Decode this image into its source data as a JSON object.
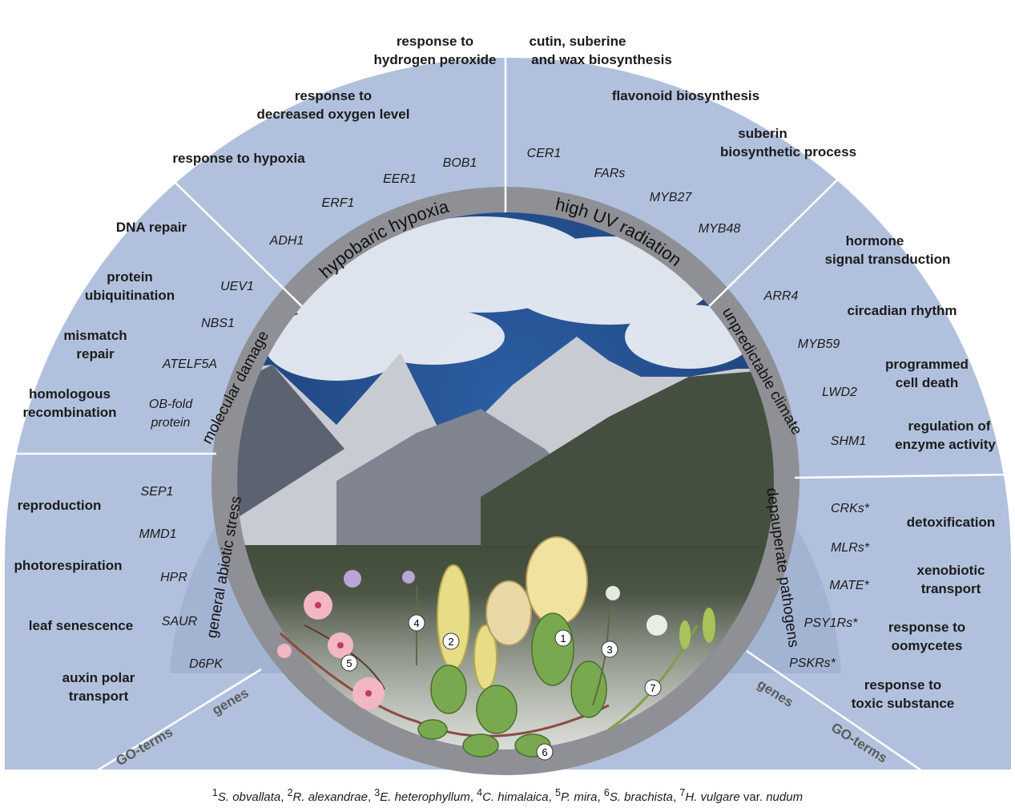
{
  "colors": {
    "outer_ring": "#b1c1dd",
    "gene_ring": "#a3b4d3",
    "stress_ring": "#8f8f96",
    "divider": "#ffffff",
    "sky_dark": "#24508f",
    "mountain": "#c8cbd1",
    "meadow": "#4e5a45"
  },
  "outer_labels": {
    "go_left": "GO-terms",
    "go_right": "GO-terms",
    "genes_left": "genes",
    "genes_right": "genes"
  },
  "sectors": {
    "hypobaric_hypoxia": {
      "stress": "hypobaric hypoxia",
      "go_terms": [
        "response to",
        "hydrogen peroxide",
        "response to",
        "decreased oxygen level",
        "response to hypoxia"
      ],
      "genes": [
        "BOB1",
        "EER1",
        "ERF1",
        "ADH1"
      ]
    },
    "high_uv": {
      "stress": "high UV radiation",
      "go_terms": [
        "cutin, suberine",
        "and wax biosynthesis",
        "flavonoid biosynthesis",
        "suberin",
        "biosynthetic process"
      ],
      "genes": [
        "CER1",
        "FARs",
        "MYB27",
        "MYB48"
      ]
    },
    "molecular_damage": {
      "stress": "molecular damage",
      "go_terms": [
        "DNA repair",
        "protein",
        "ubiquitination",
        "mismatch",
        "repair",
        "homologous",
        "recombination"
      ],
      "genes": [
        "UEV1",
        "NBS1",
        "ATELF5A",
        "OB-fold",
        "protein"
      ]
    },
    "unpredictable_climate": {
      "stress": "unpredictable climate",
      "go_terms": [
        "hormone",
        "signal transduction",
        "circadian rhythm",
        "programmed",
        "cell death",
        "regulation of",
        "enzyme activity"
      ],
      "genes": [
        "ARR4",
        "MYB59",
        "LWD2",
        "SHM1"
      ]
    },
    "general_abiotic": {
      "stress": "general abiotic stress",
      "go_terms": [
        "reproduction",
        "photorespiration",
        "leaf senescence",
        "auxin polar",
        "transport"
      ],
      "genes": [
        "SEP1",
        "MMD1",
        "HPR",
        "SAUR",
        "D6PK"
      ]
    },
    "depauperate_pathogens": {
      "stress": "depauperate pathogens",
      "go_terms": [
        "detoxification",
        "xenobiotic",
        "transport",
        "response to",
        "oomycetes",
        "response to",
        "toxic substance"
      ],
      "genes": [
        "CRKs*",
        "MLRs*",
        "MATE*",
        "PSY1Rs*",
        "PSKRs*"
      ]
    }
  },
  "plant_markers": [
    "1",
    "2",
    "3",
    "4",
    "5",
    "6",
    "7"
  ],
  "footnote": {
    "p1_sup": "1",
    "p1": "S. obvallata",
    "p2_sup": "2",
    "p2": "R. alexandrae",
    "p3_sup": "3",
    "p3": "E. heterophyllum",
    "p4_sup": "4",
    "p4": "C. himalaica",
    "p5_sup": "5",
    "p5": "P. mira",
    "p6_sup": "6",
    "p6": "S. brachista",
    "p7_sup": "7",
    "p7": "H. vulgare",
    "p7_tail": " var. ",
    "p7_var": "nudum",
    "sep": ", "
  }
}
